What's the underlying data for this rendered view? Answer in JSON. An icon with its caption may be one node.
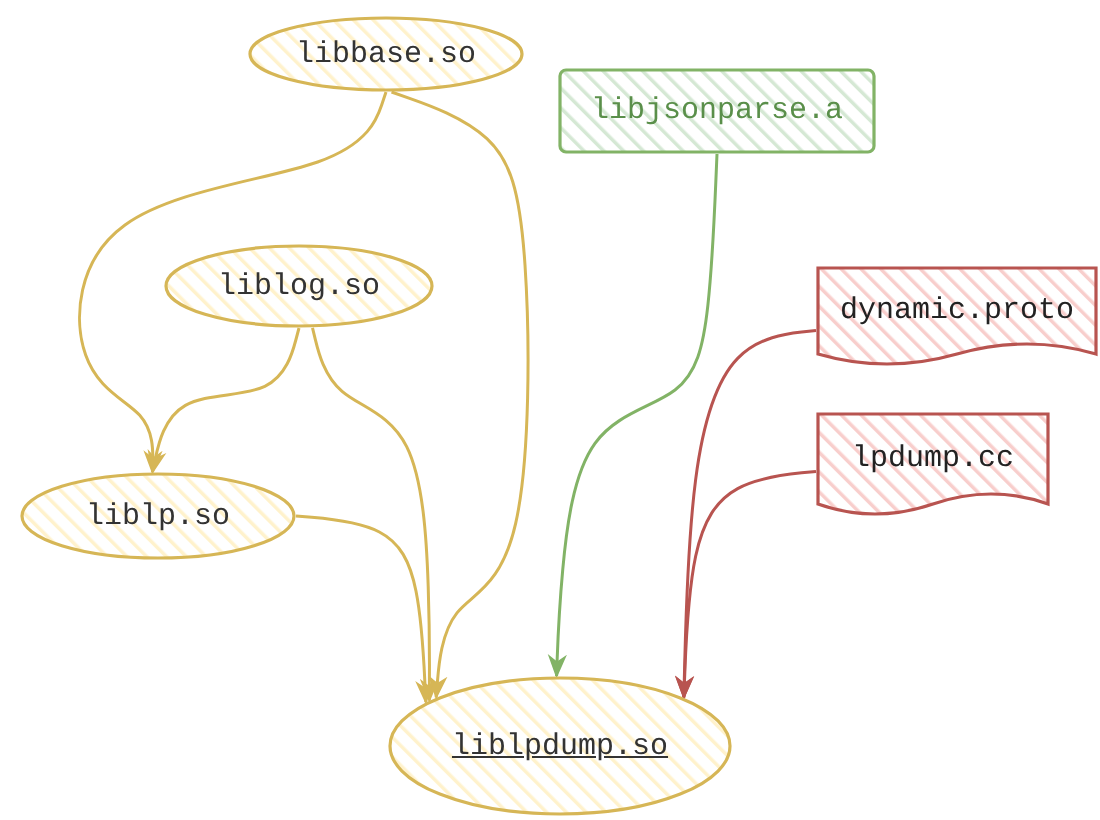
{
  "diagram": {
    "nodes": [
      {
        "text": [
          "libbase.so"
        ]
      },
      {
        "text": [
          "libjsonparse.a"
        ]
      },
      {
        "text": [
          "liblog.so"
        ]
      },
      {
        "text": [
          "dynamic.proto"
        ]
      },
      {
        "text": [
          "lpdump.cc"
        ]
      },
      {
        "text": [
          "liblp.so"
        ]
      },
      {
        "text": [
          "liblpdump.so"
        ]
      }
    ],
    "edges": [
      {
        "from": 0,
        "to": 5,
        "arrow": "to"
      },
      {
        "from": 0,
        "to": 6,
        "arrow": "to"
      },
      {
        "from": 2,
        "to": 5,
        "arrow": "to"
      },
      {
        "from": 2,
        "to": 6,
        "arrow": "to"
      },
      {
        "from": 5,
        "to": 6,
        "arrow": "to"
      },
      {
        "from": 1,
        "to": 6,
        "arrow": "to",
        "color": "#82b366"
      },
      {
        "from": 3,
        "to": 6,
        "arrow": "to",
        "color": "#b85450"
      },
      {
        "from": 4,
        "to": 6,
        "arrow": "to",
        "color": "#b85450"
      }
    ]
  }
}
